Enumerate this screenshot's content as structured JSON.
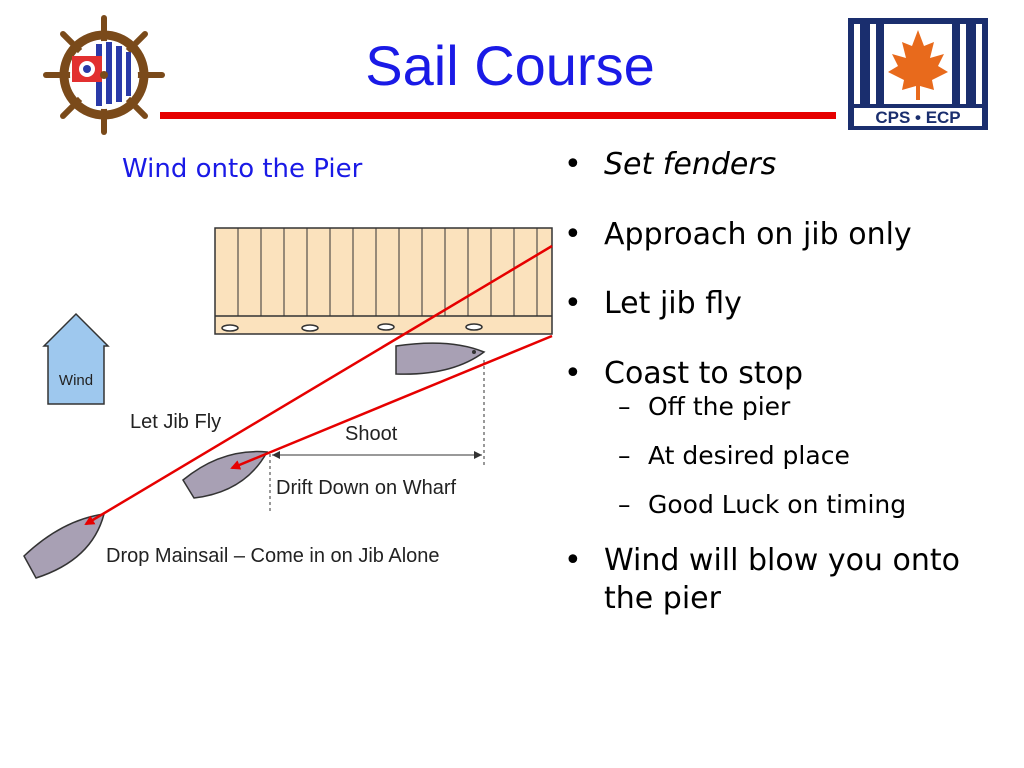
{
  "slide": {
    "title": "Sail Course",
    "subtitle": "Wind onto the Pier",
    "right_logo_text": "CPS • ECP",
    "colors": {
      "title": "#1a1ae6",
      "rule": "#e60000",
      "arrow": "#e60000",
      "pier": "#fbe2bd",
      "boat": "#a8a0b4",
      "wind": "#9ec8ee"
    }
  },
  "diagram": {
    "wind_label": "Wind",
    "let_jib_fly_label": "Let Jib Fly",
    "shoot_label": "Shoot",
    "drift_label": "Drift Down on Wharf",
    "drop_label": "Drop Mainsail – Come in on Jib Alone"
  },
  "bullets": [
    {
      "text": "Set fenders",
      "italic": true
    },
    {
      "text": "Approach on jib only"
    },
    {
      "text": "Let jib fly"
    },
    {
      "text": "Coast to stop",
      "sub": [
        "Off the pier",
        "At desired place",
        "Good Luck on timing"
      ]
    },
    {
      "text": "Wind will blow you onto the pier"
    }
  ]
}
